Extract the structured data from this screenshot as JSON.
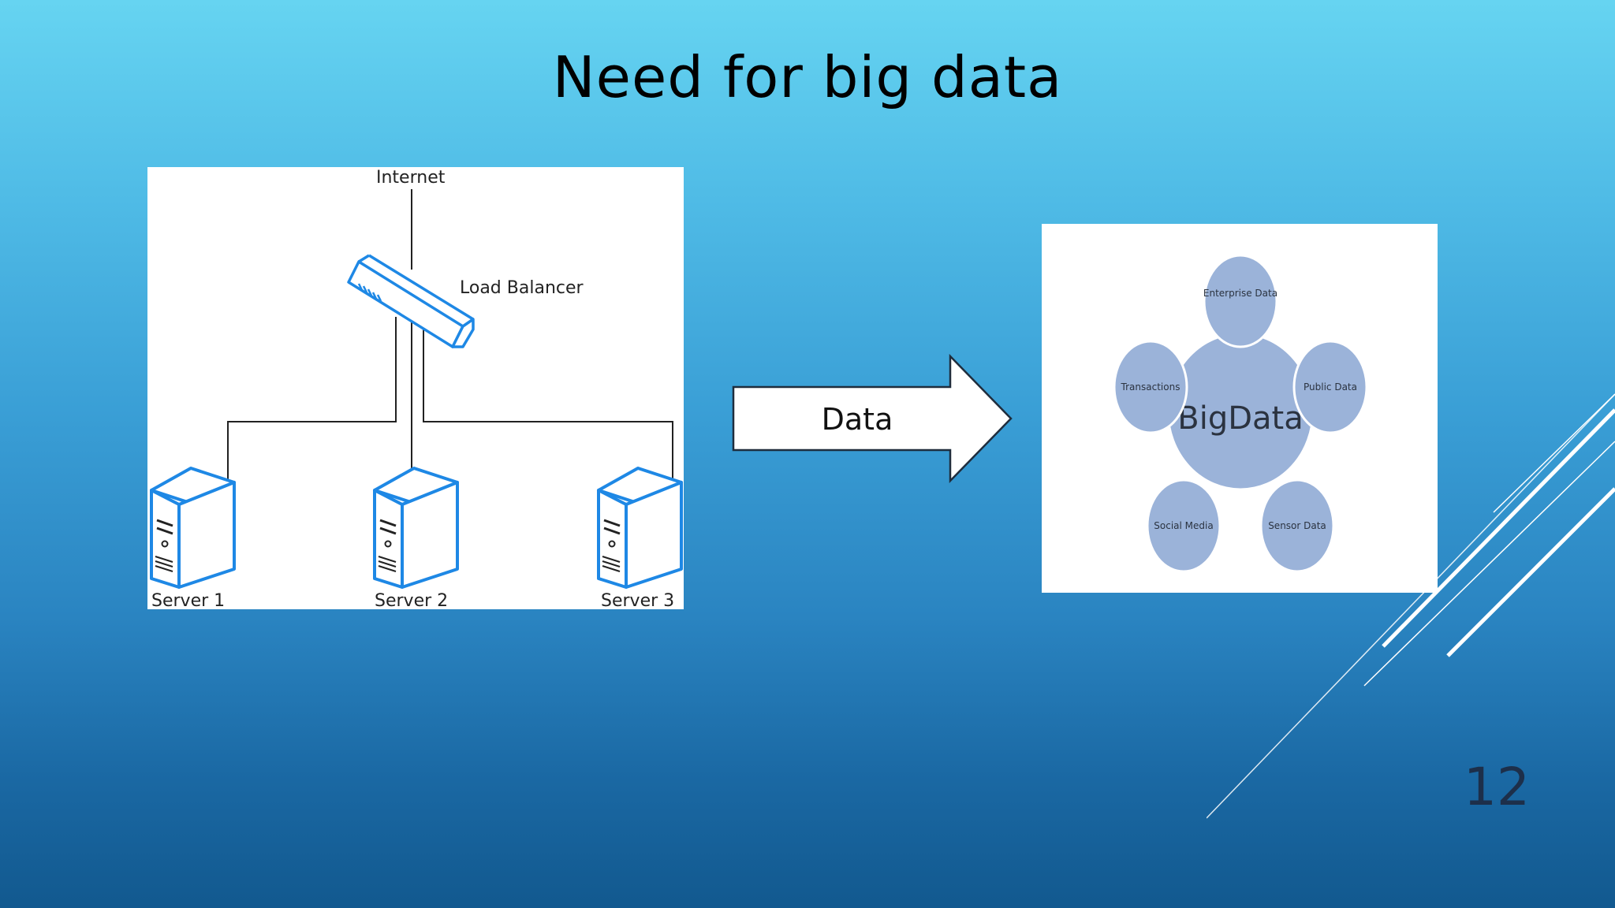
{
  "slide": {
    "title": "Need for big data",
    "page_number": "12"
  },
  "network_diagram": {
    "top_label": "Internet",
    "balancer_label": "Load Balancer",
    "servers": [
      "Server 1",
      "Server 2",
      "Server 3"
    ]
  },
  "arrow": {
    "label": "Data"
  },
  "bigdata_diagram": {
    "center_label": "BigData",
    "satellites": [
      "Enterprise Data",
      "Public Data",
      "Sensor Data",
      "Social Media",
      "Transactions"
    ]
  },
  "colors": {
    "server_outline": "#1e88e5",
    "bubble_fill": "#9bb3d9",
    "line": "#222222"
  }
}
